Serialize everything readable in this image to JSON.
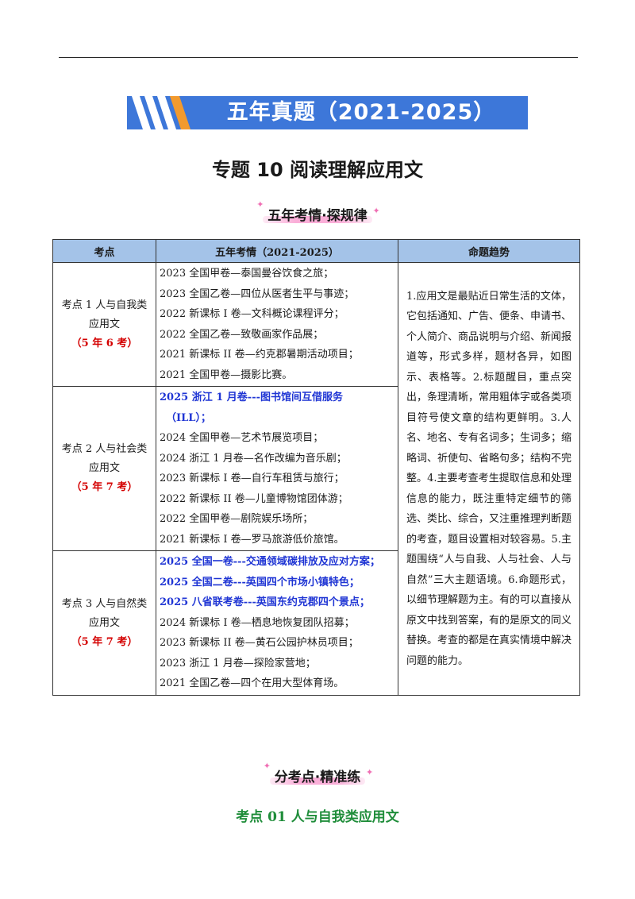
{
  "banner": {
    "title": "五年真题（2021-2025）"
  },
  "doc_title": "专题 10  阅读理解应用文",
  "section1": {
    "heading": "五年考情·探规律"
  },
  "table": {
    "headers": [
      "考点",
      "五年考情（2021-2025）",
      "命题趋势"
    ],
    "rows": [
      {
        "kp_name": "考点 1  人与自我类应用文",
        "kp_count": "（5 年 6 考）",
        "items": [
          {
            "text": "2023 全国甲卷—泰国曼谷饮食之旅；",
            "blue": false
          },
          {
            "text": "2023 全国乙卷—四位从医者生平与事迹；",
            "blue": false
          },
          {
            "text": "2022 新课标 I 卷—文科概论课程评分；",
            "blue": false
          },
          {
            "text": "2022 全国乙卷—致敬画家作品展；",
            "blue": false
          },
          {
            "text": "2021 新课标 II 卷—约克郡暑期活动项目；",
            "blue": false
          },
          {
            "text": "2021 全国甲卷—摄影比赛。",
            "blue": false
          }
        ]
      },
      {
        "kp_name": "考点 2 人与社会类应用文",
        "kp_count": "（5 年 7 考）",
        "items": [
          {
            "text": "2025 浙江 1 月卷---图书馆间互借服务",
            "blue": true
          },
          {
            "text": "（ILL）；",
            "blue": true
          },
          {
            "text": "2024 全国甲卷—艺术节展览项目；",
            "blue": false
          },
          {
            "text": "2024 浙江 1 月卷—名作改编为音乐剧；",
            "blue": false
          },
          {
            "text": "2023 新课标 I 卷—自行车租赁与旅行；",
            "blue": false
          },
          {
            "text": "2022 新课标 II 卷—儿童博物馆团体游；",
            "blue": false
          },
          {
            "text": "2022 全国甲卷—剧院娱乐场所；",
            "blue": false
          },
          {
            "text": "2021 新课标 I 卷—罗马旅游低价旅馆。",
            "blue": false
          }
        ]
      },
      {
        "kp_name": "考点 3 人与自然类应用文",
        "kp_count": "（5 年 7 考）",
        "items": [
          {
            "text": "2025 全国一卷---交通领域碳排放及应对方案；",
            "blue": true
          },
          {
            "text": "2025 全国二卷---英国四个市场小镇特色；",
            "blue": true
          },
          {
            "text": "2025 八省联考卷---英国东约克郡四个景点；",
            "blue": true
          },
          {
            "text": "2024 新课标 I 卷—栖息地恢复团队招募；",
            "blue": false
          },
          {
            "text": "2023 新课标 II 卷—黄石公园护林员项目；",
            "blue": false
          },
          {
            "text": "2023 浙江 1 月卷—探险家营地；",
            "blue": false
          },
          {
            "text": "2021 全国乙卷—四个在用大型体育场。",
            "blue": false
          }
        ]
      }
    ],
    "trend": "1.应用文是最贴近日常生活的文体，它包括通知、广告、便条、申请书、个人简介、商品说明与介绍、新闻报道等，形式多样，题材各异，如图示、表格等。2.标题醒目，重点突出，条理清晰，常用粗体字或各类项目符号使文章的结构更鲜明。3.人名、地名、专有名词多；生词多；缩略词、祈使句、省略句多；结构不完整。4.主要考查考生提取信息和处理信息的能力，既注重特定细节的筛选、类比、综合，又注重推理判断题的考查，题目设置相对较容易。5.主题围绕“人与自我、人与社会、人与自然”三大主题语境。6.命题形式，以细节理解题为主。有的可以直接从原文中找到答案，有的是原文的同义替换。考查的都是在真实情境中解决问题的能力。"
  },
  "section2": {
    "heading": "分考点·精准练"
  },
  "sub_title": "考点 01  人与自我类应用文",
  "colors": {
    "banner": "#3d77d9",
    "header_fill": "#a4c3e8",
    "red": "#d40000",
    "blue": "#1f35d4",
    "green": "#1f8d3a"
  }
}
